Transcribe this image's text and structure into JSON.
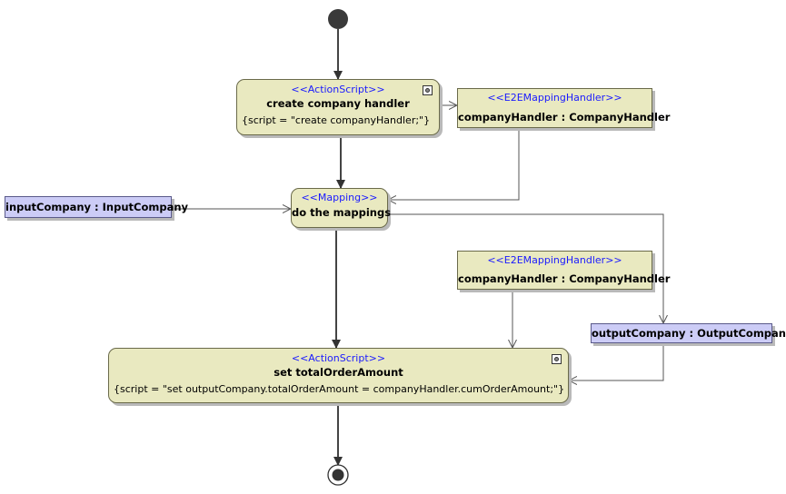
{
  "nodes": {
    "create_handler": {
      "stereotype": "<<ActionScript>>",
      "title": "create company handler",
      "script": "{script = \"create companyHandler;\"}"
    },
    "handler_top": {
      "stereotype": "<<E2EMappingHandler>>",
      "title": "companyHandler : CompanyHandler"
    },
    "input_company": {
      "title": "inputCompany : InputCompany"
    },
    "do_mappings": {
      "stereotype": "<<Mapping>>",
      "title": "do the mappings"
    },
    "handler_middle": {
      "stereotype": "<<E2EMappingHandler>>",
      "title": "companyHandler : CompanyHandler"
    },
    "output_company": {
      "title": "outputCompany : OutputCompany"
    },
    "set_total": {
      "stereotype": "<<ActionScript>>",
      "title": "set totalOrderAmount",
      "script": "{script = \"set outputCompany.totalOrderAmount = companyHandler.cumOrderAmount;\"}"
    }
  },
  "icons": [
    "initial-node-icon",
    "final-node-icon",
    "script-badge-icon"
  ],
  "colors": {
    "action_fill": "#e9e9c0",
    "object_blue_fill": "#ccccf6",
    "stereotype_text": "#1a1aff",
    "edge": "#555555"
  }
}
